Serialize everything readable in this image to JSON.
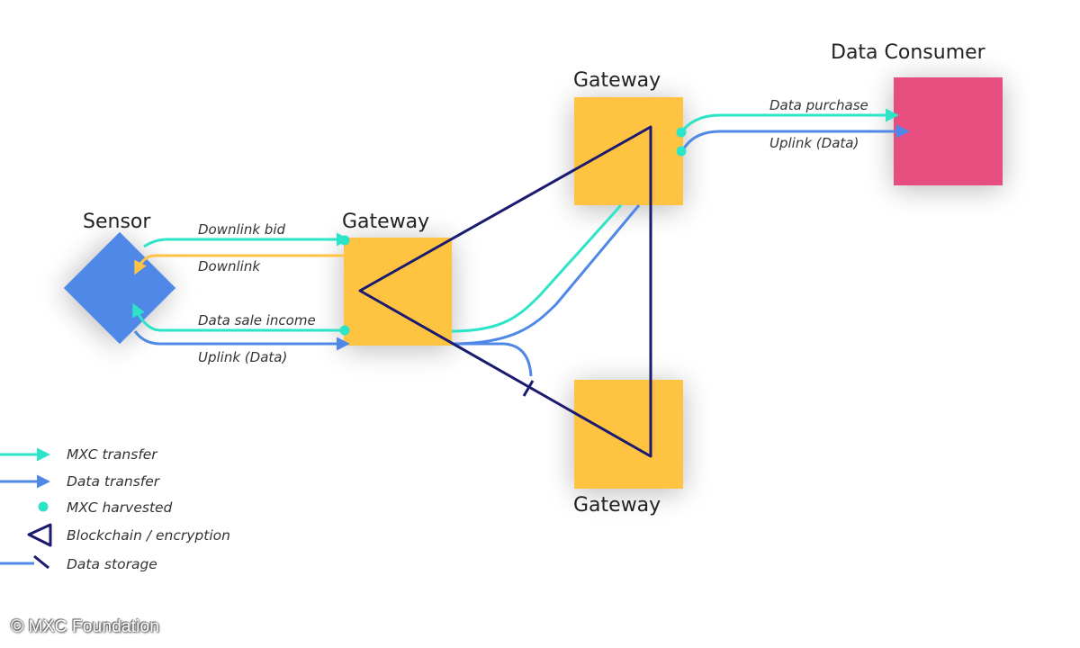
{
  "nodes": {
    "sensor": {
      "label": "Sensor"
    },
    "gateway_center": {
      "label": "Gateway"
    },
    "gateway_top": {
      "label": "Gateway"
    },
    "gateway_bottom": {
      "label": "Gateway"
    },
    "data_consumer": {
      "label": "Data Consumer"
    }
  },
  "flows": {
    "downlink_bid": "Downlink bid",
    "downlink": "Downlink",
    "data_sale_income": "Data sale income",
    "uplink_sensor": "Uplink (Data)",
    "data_purchase": "Data purchase",
    "uplink_consumer": "Uplink (Data)"
  },
  "legend": [
    {
      "key": "mxc_transfer",
      "label": "MXC transfer"
    },
    {
      "key": "data_transfer",
      "label": "Data transfer"
    },
    {
      "key": "mxc_harvested",
      "label": "MXC harvested"
    },
    {
      "key": "blockchain",
      "label": "Blockchain / encryption"
    },
    {
      "key": "data_storage",
      "label": "Data storage"
    }
  ],
  "copyright": "© MXC Foundation",
  "colors": {
    "sensor": "#4f88e6",
    "gateway": "#ffc343",
    "data_consumer": "#e84e80",
    "mxc_transfer": "#2de3c8",
    "data_transfer": "#4f88e6",
    "downlink": "#ffc343",
    "blockchain": "#1a1a70"
  },
  "icons": {
    "mxc_transfer": "arrow-right-icon",
    "data_transfer": "arrow-right-icon",
    "mxc_harvested": "dot-icon",
    "blockchain": "triangle-icon",
    "data_storage": "tick-line-icon"
  }
}
